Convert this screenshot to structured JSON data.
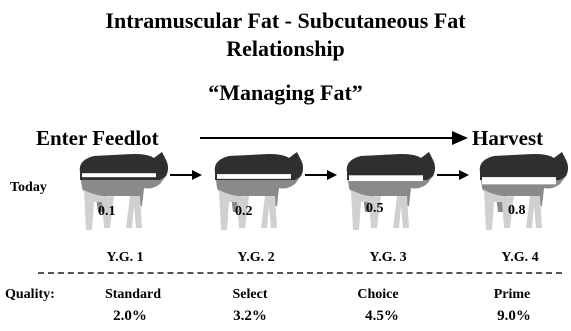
{
  "title_line1": "Intramuscular Fat - Subcutaneous Fat",
  "title_line2": "Relationship",
  "subtitle": "“Managing Fat”",
  "enter_label": "Enter Feedlot",
  "harvest_label": "Harvest",
  "today_label": "Today",
  "quality_label": "Quality:",
  "stages": [
    {
      "value": "0.1",
      "yield_grade": "Y.G. 1",
      "quality": "Standard",
      "percent": "2.0%",
      "fat_band": 0.2
    },
    {
      "value": "0.2",
      "yield_grade": "Y.G. 2",
      "quality": "Select",
      "percent": "3.2%",
      "fat_band": 0.35
    },
    {
      "value": "0.5",
      "yield_grade": "Y.G. 3",
      "quality": "Choice",
      "percent": "4.5%",
      "fat_band": 0.55
    },
    {
      "value": "0.8",
      "yield_grade": "Y.G. 4",
      "quality": "Prime",
      "percent": "9.0%",
      "fat_band": 0.85
    }
  ],
  "colors": {
    "cow_dark": "#2f2f2f",
    "cow_mid": "#8a8a8a",
    "cow_light": "#d0d0d0",
    "fat_band": "#ffffff"
  }
}
